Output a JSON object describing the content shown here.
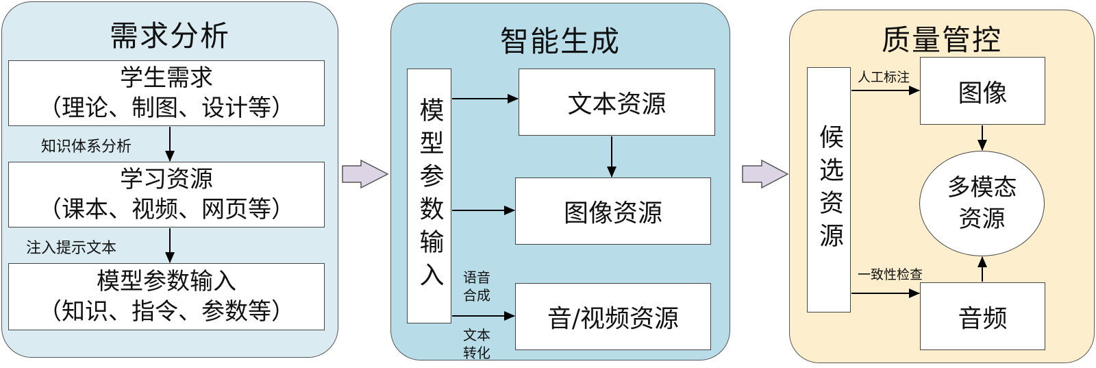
{
  "panels": {
    "analysis": {
      "title": "需求分析",
      "boxes": [
        {
          "title": "学生需求",
          "detail": "（理论、制图、设计等）"
        },
        {
          "title": "学习资源",
          "detail": "（课本、视频、网页等）"
        },
        {
          "title": "模型参数输入",
          "detail": "（知识、指令、参数等）"
        }
      ],
      "edges": [
        "知识体系分析",
        "注入提示文本"
      ]
    },
    "generation": {
      "title": "智能生成",
      "input_box": "模型参数输入",
      "outputs": [
        "文本资源",
        "图像资源",
        "音/视频资源"
      ],
      "edge_labels": {
        "speech": "语音合成",
        "text": "文本转化"
      }
    },
    "quality": {
      "title": "质量管控",
      "candidate_box": "候选资源",
      "image_box": "图像",
      "audio_box": "音频",
      "result": "多模态资源",
      "result_lines": [
        "多模态",
        "资源"
      ],
      "edge_labels": {
        "annotate": "人工标注",
        "consistency": "一致性检查"
      }
    }
  },
  "colors": {
    "analysis_bg": "#daecf1",
    "generation_bg": "#b8dde9",
    "quality_bg": "#fdefcd",
    "flow_arrow": "#ddd5e6"
  }
}
